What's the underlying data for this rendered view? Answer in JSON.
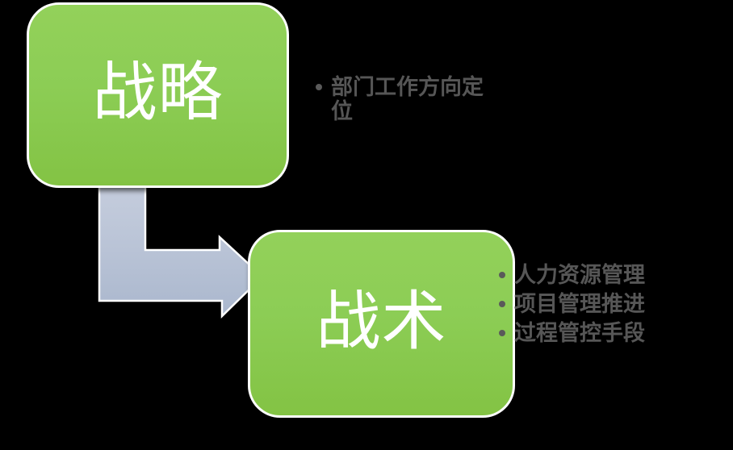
{
  "slide": {
    "background_color": "#000000"
  },
  "diagram": {
    "type": "bent-arrow-process",
    "nodes": [
      {
        "id": "strategy",
        "label": "战略",
        "bullets": [
          "部门工作方向定位"
        ]
      },
      {
        "id": "tactics",
        "label": "战术",
        "bullets": [
          "人力资源管理",
          "项目管理推进",
          "过程管控手段"
        ]
      }
    ],
    "connector": {
      "shape": "bent-arrow",
      "direction": "down-then-right"
    },
    "colors": {
      "node_fill": "#8ccd55",
      "node_fill_dark": "#83c344",
      "node_border": "#ffffff",
      "node_label_text": "#ffffff",
      "arrow_fill_light": "#c5cddd",
      "arrow_fill_dark": "#aab7cd",
      "arrow_border": "#ffffff",
      "bullet_text": "#565656"
    }
  }
}
